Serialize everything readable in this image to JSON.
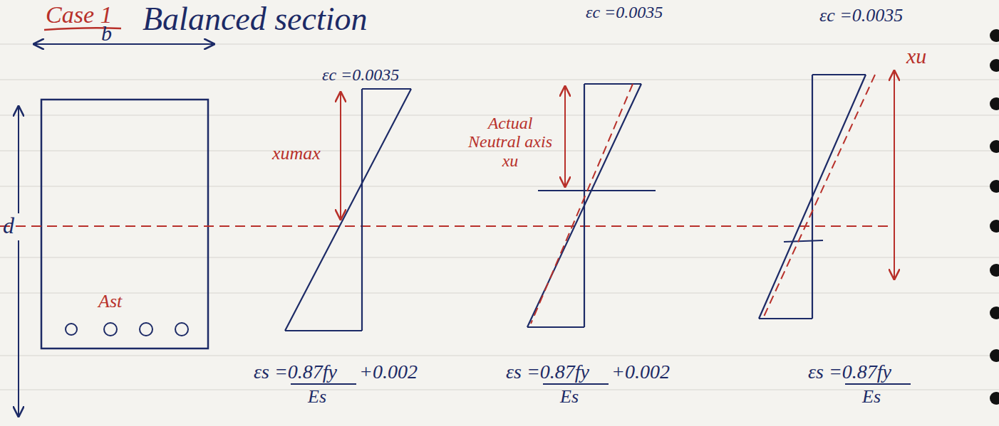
{
  "diagram": {
    "title": "Balanced section",
    "labels": [
      "Case 1",
      "b",
      "d",
      "Ast",
      "εc =0.0035",
      "xumax",
      "εc =0.0035",
      "Actual Neutral axis xu",
      "εc =0.0035",
      "xu",
      "εs =0.87fy",
      "+0.002",
      "Es",
      "εs =0.87fy",
      "+0.002",
      "Es",
      "εs =0.87fy",
      "Es"
    ]
  }
}
